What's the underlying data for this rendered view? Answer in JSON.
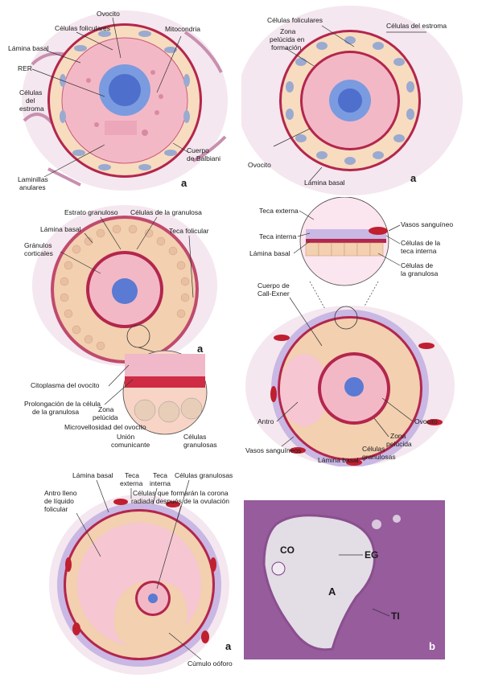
{
  "panel1": {
    "labels": {
      "ovocito": "Ovocito",
      "celulas_foliculares": "Células foliculares",
      "mitocondria": "Mitocondria",
      "lamina_basal": "Lámina basal",
      "rer": "RER",
      "celulas_del": "Células",
      "celulas_del_2": "del",
      "celulas_del_3": "estroma",
      "cuerpo_balbiani_1": "Cuerpo",
      "cuerpo_balbiani_2": "de Balbiani",
      "laminillas_1": "Laminillas",
      "laminillas_2": "anulares",
      "letter": "a"
    }
  },
  "panel2": {
    "labels": {
      "celulas_foliculares": "Células foliculares",
      "celulas_del_estroma": "Células del estroma",
      "zona_1": "Zona",
      "zona_2": "pelúcida en",
      "zona_3": "formación",
      "ovocito": "Ovocito",
      "lamina_basal": "Lámina basal",
      "letter": "a"
    }
  },
  "panel3": {
    "labels": {
      "estrato": "Estrato granuloso",
      "celulas_granulosa": "Células de la granulosa",
      "lamina_basal": "Lámina basal",
      "teca_folicular": "Teca folicular",
      "granulos_1": "Gránulos",
      "granulos_2": "corticales",
      "citoplasma": "Citoplasma del ovocito",
      "prolongacion_1": "Prolongación de la célula",
      "prolongacion_2": "de la granulosa",
      "zona_1": "Zona",
      "zona_2": "pelúcida",
      "microvellosidad": "Microvellosidad del ovocito",
      "union_1": "Unión",
      "union_2": "comunicante",
      "celulas_gran_1": "Células",
      "celulas_gran_2": "granulosas",
      "letter": "a"
    }
  },
  "panel4": {
    "labels": {
      "teca_externa": "Teca externa",
      "teca_interna": "Teca interna",
      "lamina_basal": "Lámina basal",
      "vasos": "Vasos sanguíneo",
      "celulas_teca_1": "Células de la",
      "celulas_teca_2": "teca interna",
      "celulas_gran_1": "Células de",
      "celulas_gran_2": "la granulosa",
      "cuerpo_1": "Cuerpo de",
      "cuerpo_2": "Call-Exner",
      "antro": "Antro",
      "ovocito": "Ovocito",
      "zona_1": "Zona",
      "zona_2": "pelúcida",
      "vasos_sanguineos": "Vasos sanguíneos",
      "lamina_basal_2": "Lámina basal",
      "celulas_g_1": "Células",
      "celulas_g_2": "granulosas"
    }
  },
  "panel5": {
    "labels": {
      "lamina_basal": "Lámina basal",
      "teca_ext_1": "Teca",
      "teca_ext_2": "externa",
      "teca_int_1": "Teca",
      "teca_int_2": "interna",
      "celulas_granulosas": "Células granulosas",
      "antro_1": "Antro lleno",
      "antro_2": "de líquido",
      "antro_3": "folicular",
      "corona_1": "Células que formarán la corona",
      "corona_2": "radiada después de la ovulación",
      "cumulo": "Cúmulo oóforo",
      "letter": "a"
    }
  },
  "panel6": {
    "labels": {
      "co": "CO",
      "eg": "EG",
      "a": "A",
      "ti": "TI",
      "letter": "b"
    }
  }
}
